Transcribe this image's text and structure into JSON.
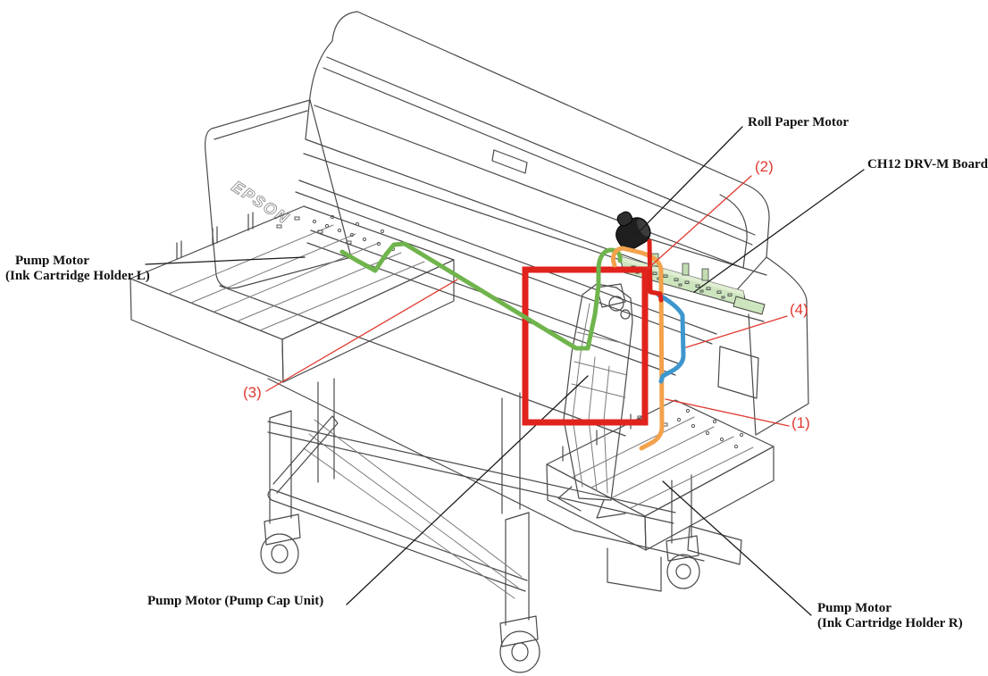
{
  "labels": {
    "roll_paper_motor": "Roll Paper Motor",
    "ch12_board": "CH12 DRV-M Board",
    "pump_motor_l_line1": "Pump Motor",
    "pump_motor_l_line2": "(Ink Cartridge Holder L)",
    "pump_cap_unit": "Pump Motor (Pump Cap Unit)",
    "pump_motor_r_line1": "Pump Motor",
    "pump_motor_r_line2": "(Ink Cartridge Holder R)"
  },
  "callouts": {
    "c1": "(1)",
    "c2": "(2)",
    "c3": "(3)",
    "c4": "(4)"
  },
  "logo": "EPSON",
  "colors": {
    "cable_green": "#6FB44C",
    "cable_orange": "#F3A24D",
    "cable_blue": "#3D97CE",
    "cable_red": "#DD2118",
    "highlight_red": "#E0231C",
    "callout_red": "#E03A30",
    "board_fill": "#CDE5BE",
    "board_fill_light": "#DFEDD2",
    "connector_fill": "#C2DCB2",
    "label_black": "#1A1A1A",
    "line_art": "#4A4A4A"
  }
}
